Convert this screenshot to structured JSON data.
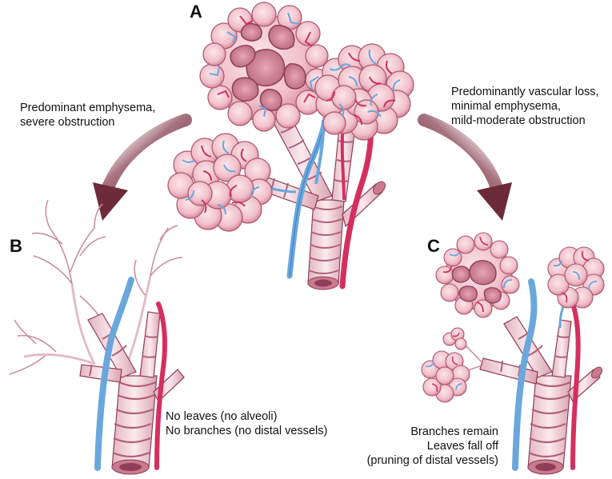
{
  "panels": {
    "a": {
      "letter": "A"
    },
    "b": {
      "letter": "B",
      "heading_lines": [
        "Predominant emphysema,",
        "severe obstruction"
      ],
      "caption_lines": [
        "No leaves (no alveoli)",
        "No branches (no distal vessels)"
      ]
    },
    "c": {
      "letter": "C",
      "heading_lines": [
        "Predominantly vascular loss,",
        "minimal emphysema,",
        "mild-moderate obstruction"
      ],
      "caption_lines": [
        "Branches remain",
        "Leaves fall off",
        "(pruning of distal vessels)"
      ]
    }
  },
  "colors": {
    "airway_fill": "#f6dde4",
    "airway_shade": "#d9a2b0",
    "airway_dark": "#8e3e58",
    "alveolus_fill": "#f3c7d0",
    "alveolus_inner": "#c97b8d",
    "artery_blue": "#6aa7dd",
    "vein_red": "#d52f5e",
    "arrow": "#6d2a39"
  }
}
